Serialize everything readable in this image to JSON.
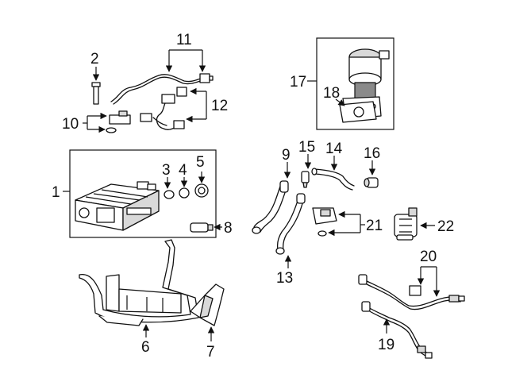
{
  "callouts": {
    "c1": "1",
    "c2": "2",
    "c3": "3",
    "c4": "4",
    "c5": "5",
    "c6": "6",
    "c7": "7",
    "c8": "8",
    "c9": "9",
    "c10": "10",
    "c11": "11",
    "c12": "12",
    "c13": "13",
    "c14": "14",
    "c15": "15",
    "c16": "16",
    "c17": "17",
    "c18": "18",
    "c19": "19",
    "c20": "20",
    "c21": "21",
    "c22": "22"
  },
  "colors": {
    "line": "#111111",
    "background": "#ffffff",
    "shade": "#d9d9d9"
  }
}
